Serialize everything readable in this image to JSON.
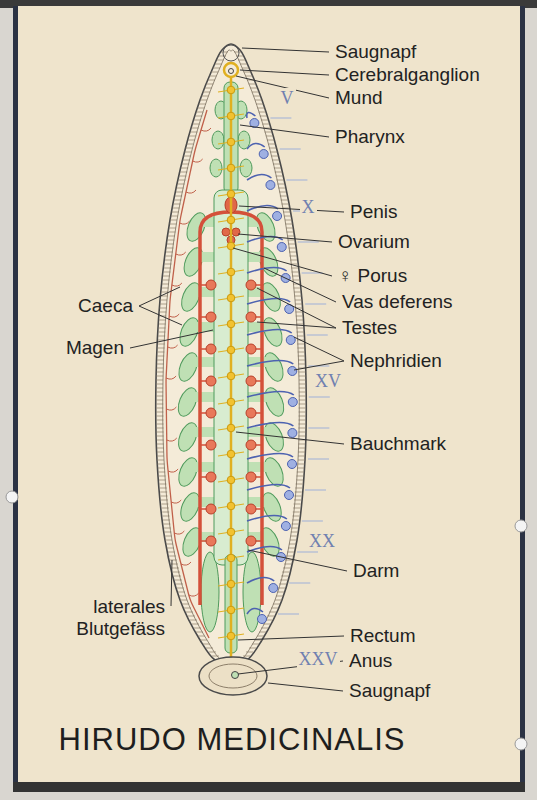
{
  "diagram": {
    "title": "HIRUDO MEDICINALIS",
    "labels": [
      "Saugnapf",
      "Cerebralganglion",
      "V",
      "Mund",
      "Pharynx",
      "X",
      "Penis",
      "Ovarium",
      "♀ Porus",
      "Vas deferens",
      "Caeca",
      "Testes",
      "Magen",
      "Nephridien",
      "XV",
      "Bauchmark",
      "XX",
      "Darm",
      "laterales Blutgefäss",
      "Rectum",
      "XXV",
      "Anus",
      "Saugnapf"
    ]
  }
}
